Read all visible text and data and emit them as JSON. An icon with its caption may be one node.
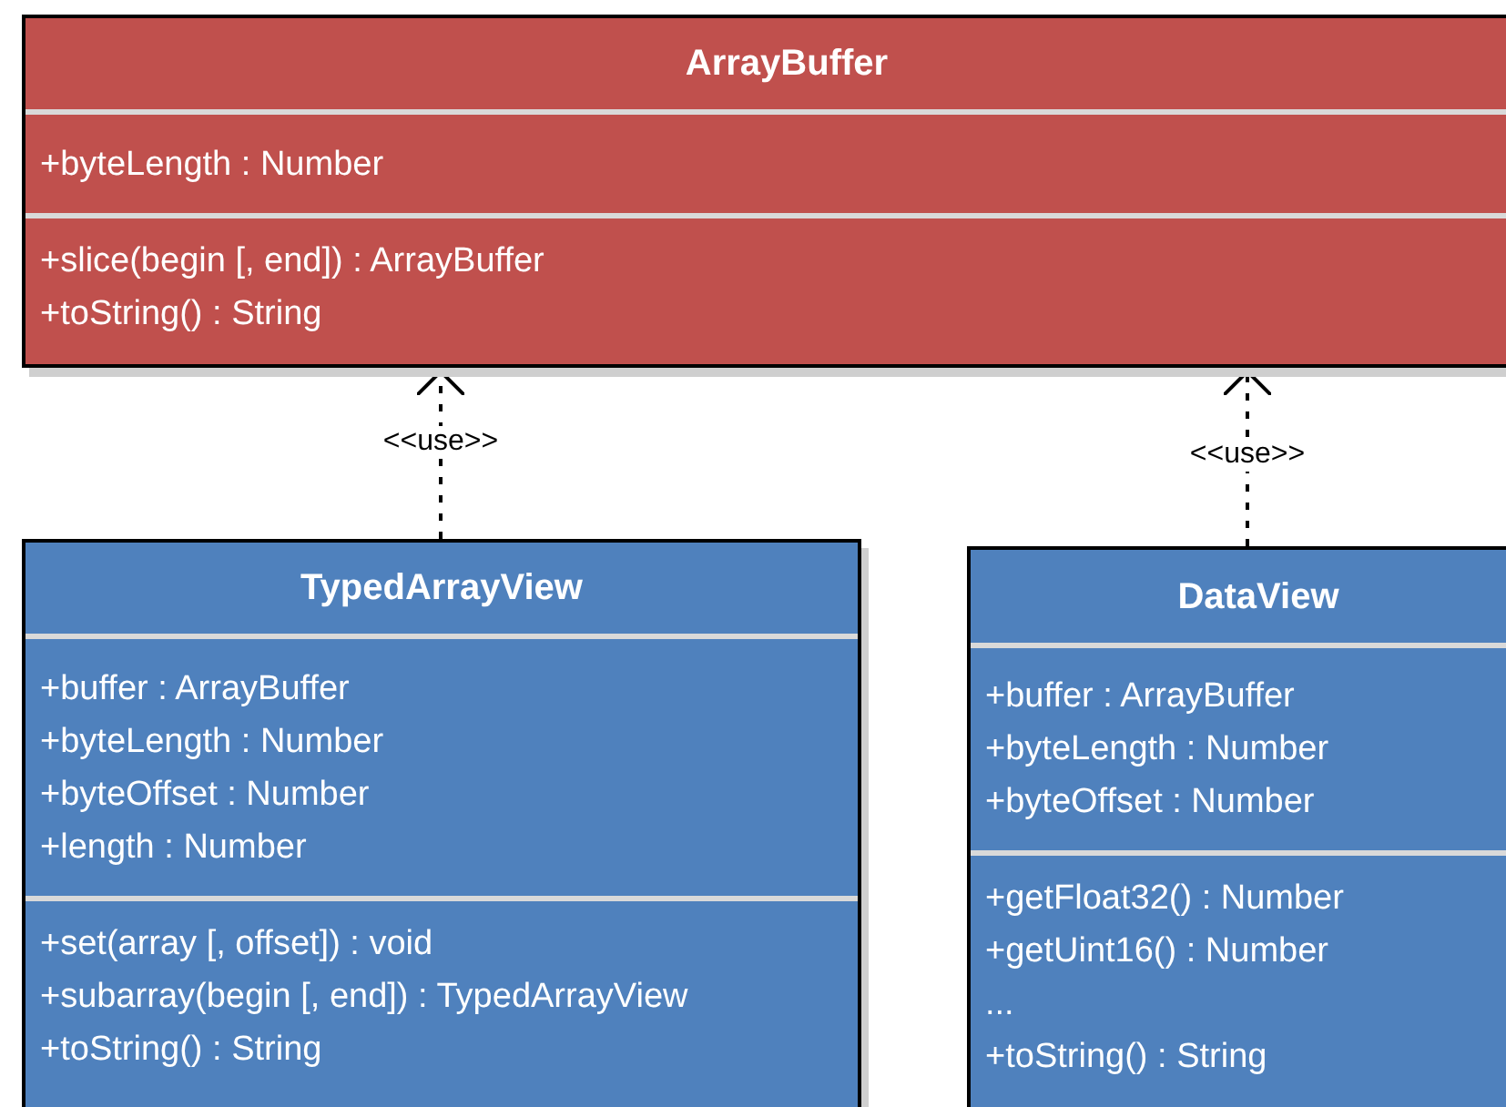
{
  "diagram": {
    "nodes": [
      {
        "text": [
          "ArrayBuffer",
          "+byteLength : Number",
          "+slice(begin [, end]) : ArrayBuffer",
          "+toString() : String"
        ]
      },
      {
        "text": [
          "TypedArrayView",
          "+buffer : ArrayBuffer",
          "+byteLength : Number",
          "+byteOffset : Number",
          "+length : Number",
          "+set(array [, offset]) : void",
          "+subarray(begin [, end]) : TypedArrayView",
          "+toString() : String"
        ]
      },
      {
        "text": [
          "DataView",
          "+buffer : ArrayBuffer",
          "+byteLength : Number",
          "+byteOffset : Number",
          "+getFloat32() : Number",
          "+getUint16() : Number",
          "...",
          "+toString() : String"
        ]
      }
    ],
    "edges": [
      {
        "from": 1,
        "to": 0,
        "arrow": "to",
        "style": "dashed",
        "label": "<<use>>"
      },
      {
        "from": 2,
        "to": 0,
        "arrow": "to",
        "style": "dashed",
        "label": "<<use>>"
      }
    ]
  }
}
